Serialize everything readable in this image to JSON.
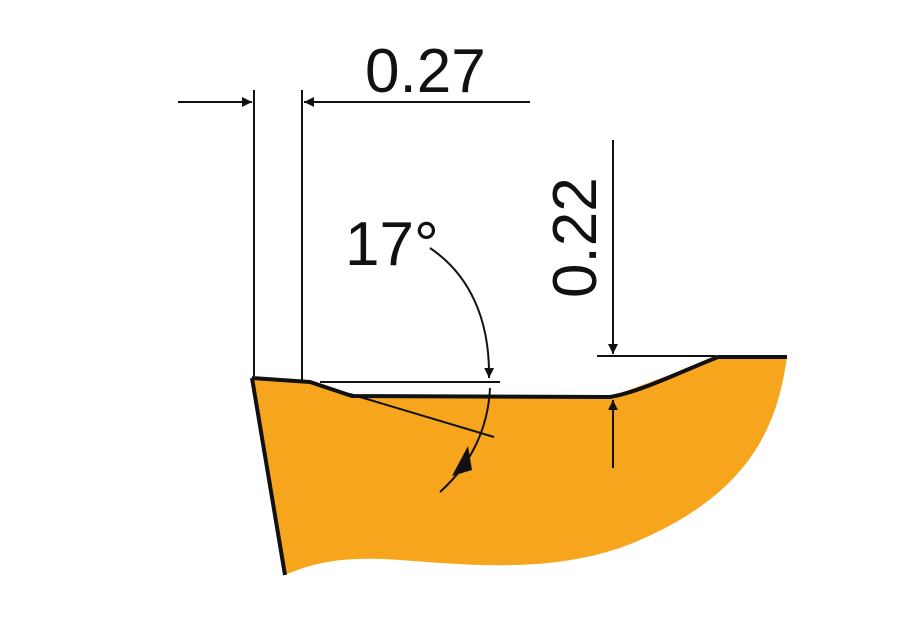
{
  "colors": {
    "insert_fill": "#F7A51D",
    "line": "#111111",
    "background": "#ffffff"
  },
  "dimensions": {
    "land_width": "0.27",
    "rake_angle": "17°",
    "groove_depth": "0.22"
  }
}
